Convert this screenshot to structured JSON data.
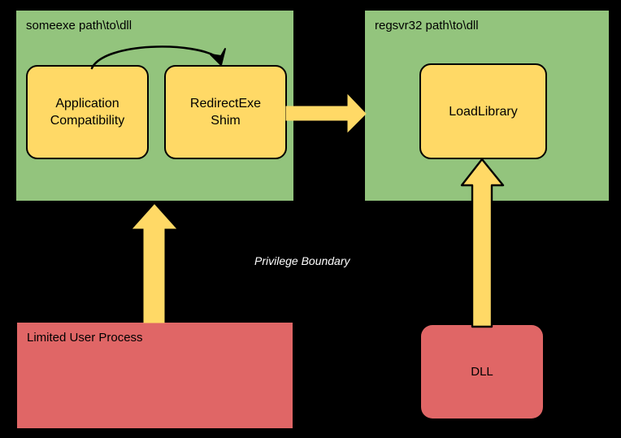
{
  "diagram": {
    "background_color": "#000000",
    "colors": {
      "process_panel": "#93c47d",
      "component_box": "#ffd966",
      "low_priv_box": "#e06666",
      "arrow_fill": "#ffd966",
      "stroke": "#000000",
      "boundary_text": "#ffffff"
    },
    "boundary_label": "Privilege Boundary",
    "left_process": {
      "title": "someexe path\\to\\dll",
      "components": [
        {
          "label": "Application\nCompatibility",
          "line1": "Application",
          "line2": "Compatibility"
        },
        {
          "label": "RedirectExe\nShim",
          "line1": "RedirectExe",
          "line2": "Shim"
        }
      ]
    },
    "right_process": {
      "title": "regsvr32 path\\to\\dll",
      "components": [
        {
          "label": "LoadLibrary",
          "line1": "LoadLibrary",
          "line2": ""
        }
      ]
    },
    "low_priv": {
      "label": "Limited User Process"
    },
    "dll": {
      "label": "DLL"
    },
    "arrows": [
      {
        "name": "appcompat-to-redirectexe",
        "style": "thin-curved",
        "from": "Application Compatibility",
        "to": "RedirectExe Shim"
      },
      {
        "name": "redirectexe-to-regsvr32",
        "style": "block-horizontal",
        "from": "RedirectExe Shim",
        "to": "regsvr32 path\\to\\dll"
      },
      {
        "name": "limited-user-to-someexe",
        "style": "block-vertical",
        "from": "Limited User Process",
        "to": "someexe path\\to\\dll"
      },
      {
        "name": "dll-to-loadlibrary",
        "style": "block-vertical-outlined",
        "from": "DLL",
        "to": "LoadLibrary"
      }
    ]
  }
}
